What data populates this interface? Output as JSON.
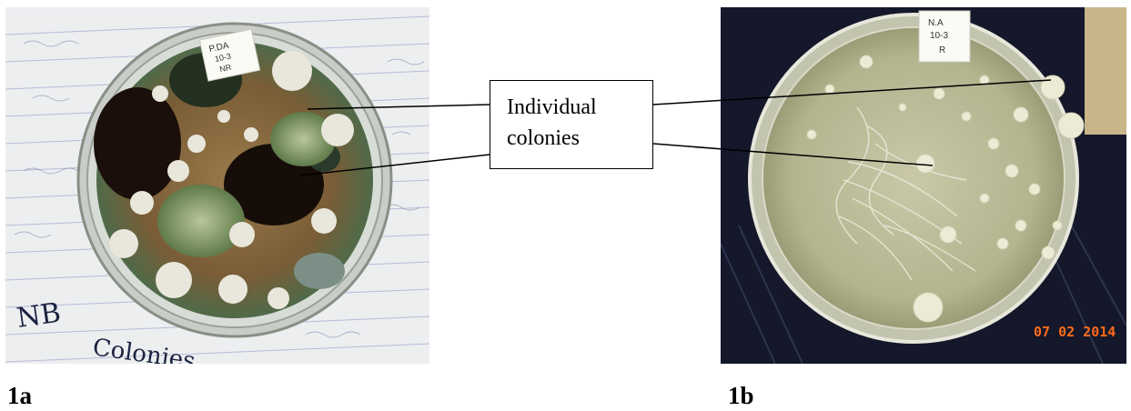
{
  "callout": {
    "line1": "Individual",
    "line2": "colonies"
  },
  "panels": {
    "a": {
      "label": "1a",
      "plate_label": [
        "P.DA",
        "10-3",
        "NR"
      ],
      "notebook_writing": [
        "NB",
        "Colonies"
      ]
    },
    "b": {
      "label": "1b",
      "plate_label": [
        "N.A",
        "10-3",
        "R"
      ],
      "date_stamp": "07 02 2014"
    }
  },
  "colors": {
    "date_stamp": "#ff6a1a",
    "leader_line": "#000000"
  }
}
